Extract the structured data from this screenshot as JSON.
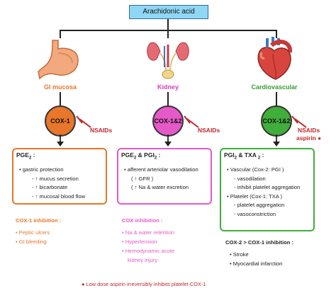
{
  "root": "Arachidonic acid",
  "columns": [
    {
      "organ": "GI mucosa",
      "organ_color": "#e8762b",
      "enzyme": "COX-1",
      "enzyme_color": "#e8762b",
      "inhibitor": "NSAIDs",
      "box_color": "#e8762b",
      "box_header": "PGE 2 :",
      "box_lines": [
        "• gastric protection",
        "- ↑ mucus secretion",
        "- ↑ bicarbonate",
        "- ↑ mucosal blood flow"
      ],
      "inhibition_title": "COX-1 inhibition :",
      "inhibition_color": "#e8762b",
      "effects": [
        "• Peptic ulcers",
        "• GI bleeding"
      ]
    },
    {
      "organ": "Kidney",
      "organ_color": "#d63fb8",
      "enzyme": "COX-1&2",
      "enzyme_color": "#e659c8",
      "inhibitor": "NSAIDs",
      "box_color": "#e659c8",
      "box_header": "PGE 2 & PGI 2 :",
      "box_lines": [
        "• afferent arteriolar vasodilation",
        "( ↑ GFR )",
        "( ↑ Na & water excretion"
      ],
      "inhibition_title": "COX inhibition :",
      "inhibition_color": "#e659c8",
      "effects": [
        "• Na & water retention",
        "• Hypertension",
        "• Hemodynamic acute",
        "kidney injury"
      ]
    },
    {
      "organ": "Cardiovascular",
      "organ_color": "#3a9c35",
      "enzyme": "COX-1&2",
      "enzyme_color": "#3fae3a",
      "inhibitor": "NSAIDs",
      "inhibitor_extra": "aspirin",
      "box_color": "#3fae3a",
      "box_header": "PGI 2 & TXA 2 :",
      "box_lines": [
        "• Vascular (Cox-2: PGI )",
        "- vasodilation",
        "- inhibit platelet aggregation",
        "• Platelet (Cox-1: TXA )",
        "- platelet aggregation",
        "- vasoconstriction"
      ],
      "inhibition_title": "COX-2 > COX-1 inhibition :",
      "inhibition_color": "#222222",
      "effects": [
        "• Stroke",
        "• Myocardial infarction"
      ]
    }
  ],
  "footnote": "● Low dose aspirin irreversibly inhibits platelet COX-1"
}
